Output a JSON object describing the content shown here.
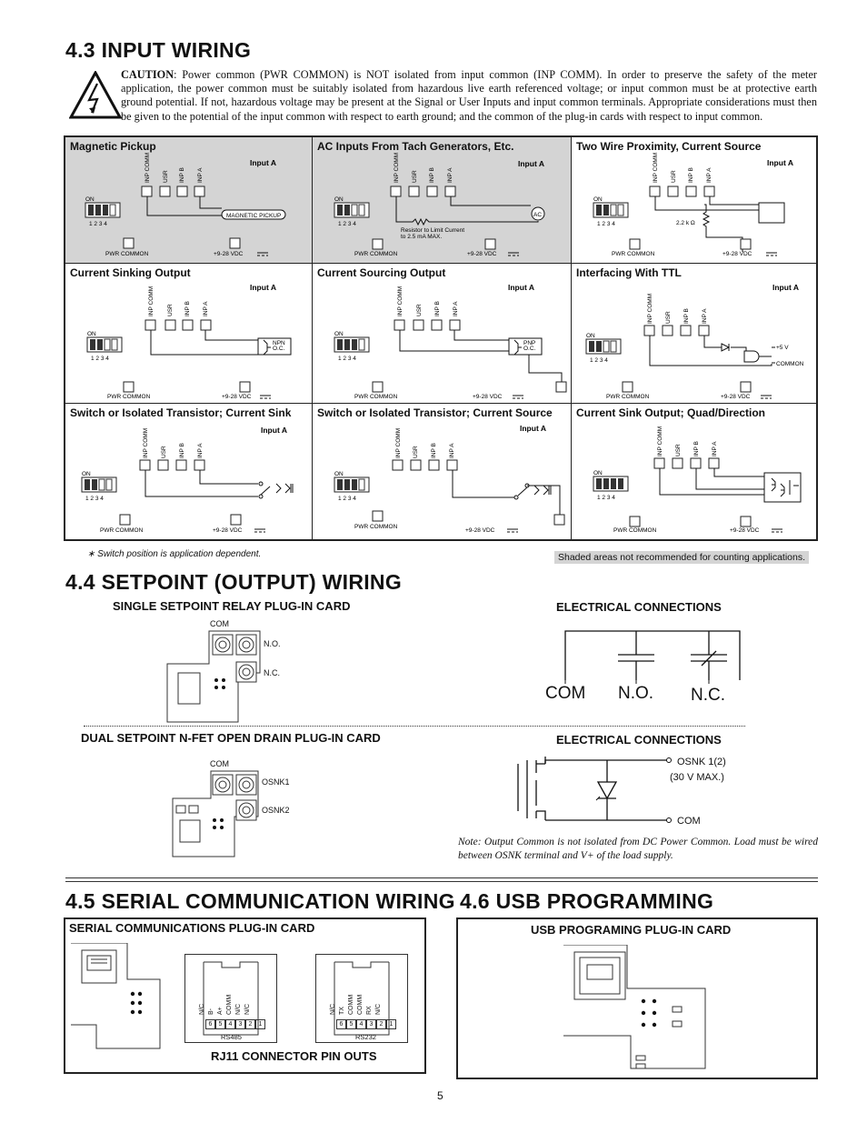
{
  "sections": {
    "input_wiring": "4.3  INPUT WIRING",
    "setpoint_wiring": "4.4  SETPOINT (OUTPUT) WIRING",
    "serial_wiring": "4.5  SERIAL COMMUNICATION WIRING",
    "usb_programming": "4.6  USB PROGRAMMING"
  },
  "caution": {
    "label": "CAUTION",
    "text": ": Power common (PWR COMMON) is NOT isolated from input common (INP COMM). In order to preserve the safety of the meter application, the power common must be suitably isolated from hazardous live earth referenced voltage; or input common must be at protective earth ground potential. If not, hazardous voltage may be present at the Signal or User Inputs and input common terminals. Appropriate considerations must then be given to the potential of the input common with respect to earth ground; and the common of the plug-in cards with respect to input common."
  },
  "terminals": {
    "inp_comm": "INP COMM",
    "usr": "USR",
    "inp_b": "INP B",
    "inp_a": "INP A",
    "input_a": "Input A",
    "pwr_common": "PWR COMMON",
    "vdc": "+9-28 VDC",
    "on": "ON",
    "switch_numbers": "1 2 3 4"
  },
  "panels": [
    {
      "title": "Magnetic Pickup",
      "shaded": true
    },
    {
      "title": "AC Inputs From Tach Generators, Etc.",
      "shaded": true
    },
    {
      "title": "Two Wire Proximity, Current Source",
      "shaded": false
    },
    {
      "title": "Current Sinking Output",
      "shaded": false
    },
    {
      "title": "Current Sourcing Output",
      "shaded": false
    },
    {
      "title": "Interfacing With TTL",
      "shaded": false
    },
    {
      "title": "Switch or Isolated Transistor; Current Sink",
      "shaded": false
    },
    {
      "title": "Switch or Isolated Transistor; Current Source",
      "shaded": false
    },
    {
      "title": "Current Sink Output; Quad/Direction",
      "shaded": false
    }
  ],
  "panel_labels": {
    "magnetic_pickup": "MAGNETIC PICKUP",
    "ac": "AC",
    "resistor_note_1": "Resistor to Limit Current",
    "resistor_note_2": "to 2.5 mA MAX.",
    "resistor_22k": "2.2 k Ω",
    "npn": "NPN",
    "pnp": "PNP",
    "oc": "O.C.",
    "plus5v": "+5 V",
    "common": "COMMON"
  },
  "footnote": "∗  Switch position is application dependent.",
  "shaded_note": "Shaded areas not recommended for counting applications.",
  "setpoint": {
    "single_card_title": "SINGLE SETPOINT RELAY PLUG-IN CARD",
    "electrical_connections": "ELECTRICAL CONNECTIONS",
    "com": "COM",
    "no": "N.O.",
    "nc": "N.C.",
    "big_com": "COM",
    "big_no": "N.O.",
    "big_nc": "N.C.",
    "dual_card_title": "DUAL SETPOINT N-FET OPEN DRAIN PLUG-IN CARD",
    "dual_com": "COM",
    "osnk1": "OSNK1",
    "osnk2": "OSNK2",
    "osnk_label": "OSNK 1(2)",
    "max_voltage": "(30 V MAX.)",
    "fet_com": "COM",
    "note": "Note: Output Common is not isolated from DC Power Common. Load must be wired between OSNK terminal and V+ of the load supply."
  },
  "serial": {
    "card_title": "SERIAL COMMUNICATIONS PLUG-IN CARD",
    "rs485_pins": [
      "N/C",
      "B-",
      "A+",
      "COMM",
      "N/C",
      "N/C"
    ],
    "rs232_pins": [
      "N/C",
      "TX",
      "COMM",
      "COMM",
      "RX",
      "N/C"
    ],
    "pin_numbers": [
      "6",
      "5",
      "4",
      "3",
      "2",
      "1"
    ],
    "rs485": "RS485",
    "rs232": "RS232",
    "connector_title": "RJ11 CONNECTOR PIN OUTS"
  },
  "usb": {
    "card_title": "USB PROGRAMING PLUG-IN CARD"
  },
  "page_number": "5"
}
